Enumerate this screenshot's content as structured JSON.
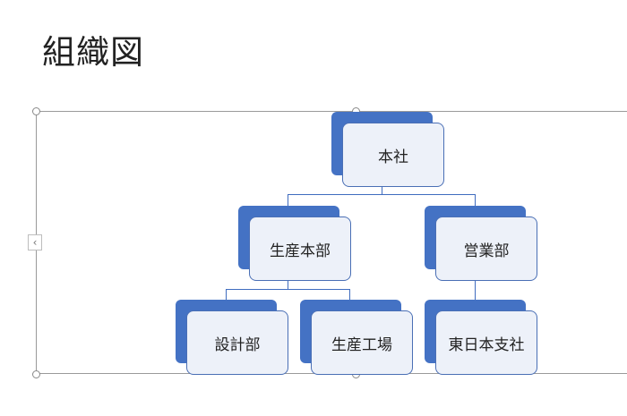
{
  "slide": {
    "title": "組織図"
  },
  "org_chart": {
    "root": "本社",
    "divisions": [
      "生産本部",
      "営業部"
    ],
    "departments": {
      "production": [
        "設計部",
        "生産工場"
      ],
      "sales": [
        "東日本支社"
      ]
    }
  },
  "icons": {
    "expand_text_pane": "‹"
  },
  "colors": {
    "accent": "#4472c4",
    "box_fill": "#edf1f9",
    "box_border": "#4a6fb5",
    "connector": "#3f6cbf"
  }
}
